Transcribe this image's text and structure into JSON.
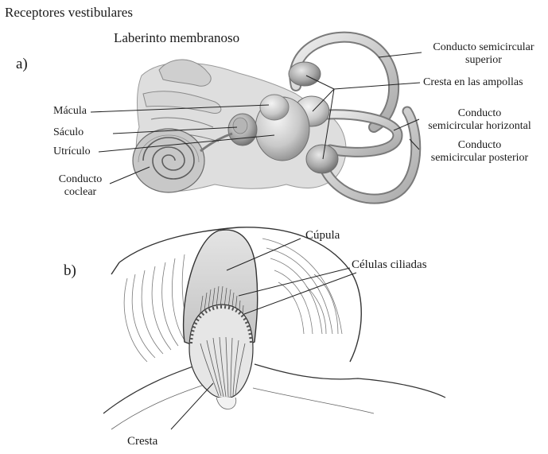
{
  "title": "Receptores vestibulares",
  "panel_a": {
    "letter": "a)",
    "subtitle": "Laberinto membranoso",
    "labels": {
      "macula": "Mácula",
      "saculo": "Sáculo",
      "utriculo": "Utrículo",
      "conducto_coclear_1": "Conducto",
      "conducto_coclear_2": "coclear",
      "semicircular_superior_1": "Conducto semicircular",
      "semicircular_superior_2": "superior",
      "cresta_ampollas": "Cresta en las ampollas",
      "semicircular_horizontal_1": "Conducto",
      "semicircular_horizontal_2": "semicircular horizontal",
      "semicircular_posterior_1": "Conducto",
      "semicircular_posterior_2": "semicircular posterior"
    }
  },
  "panel_b": {
    "letter": "b)",
    "labels": {
      "cupula": "Cúpula",
      "celulas_ciliadas": "Células ciliadas",
      "cresta": "Cresta"
    }
  }
}
